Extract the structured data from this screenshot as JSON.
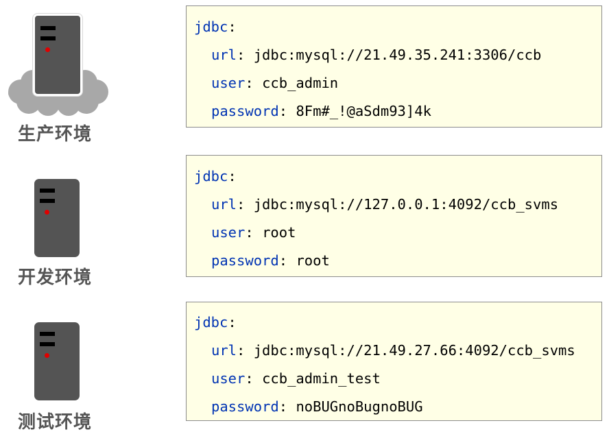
{
  "environments": [
    {
      "label": "生产环境",
      "yaml": {
        "root_key": "jdbc",
        "entries": [
          {
            "key": "url",
            "value": "jdbc:mysql://21.49.35.241:3306/ccb"
          },
          {
            "key": "user",
            "value": "ccb_admin"
          },
          {
            "key": "password",
            "value": "8Fm#_!@aSdm93]4k"
          }
        ]
      }
    },
    {
      "label": "开发环境",
      "yaml": {
        "root_key": "jdbc",
        "entries": [
          {
            "key": "url",
            "value": "jdbc:mysql://127.0.0.1:4092/ccb_svms"
          },
          {
            "key": "user",
            "value": "root"
          },
          {
            "key": "password",
            "value": "root"
          }
        ]
      }
    },
    {
      "label": "测试环境",
      "yaml": {
        "root_key": "jdbc",
        "entries": [
          {
            "key": "url",
            "value": "jdbc:mysql://21.49.27.66:4092/ccb_svms"
          },
          {
            "key": "user",
            "value": "ccb_admin_test"
          },
          {
            "key": "password",
            "value": "noBUGnoBugnoBUG"
          }
        ]
      }
    }
  ],
  "colors": {
    "key": "#0033b3",
    "value": "#000000",
    "box_background": "#ffffe6",
    "box_border": "#8c8c8c",
    "server_body": "#545454",
    "server_led": "#e00000",
    "label": "#555555",
    "cloud": "#a8a8a8"
  },
  "icons": {
    "server": "server-icon",
    "cloud": "cloud-icon",
    "led": "status-led-icon"
  }
}
